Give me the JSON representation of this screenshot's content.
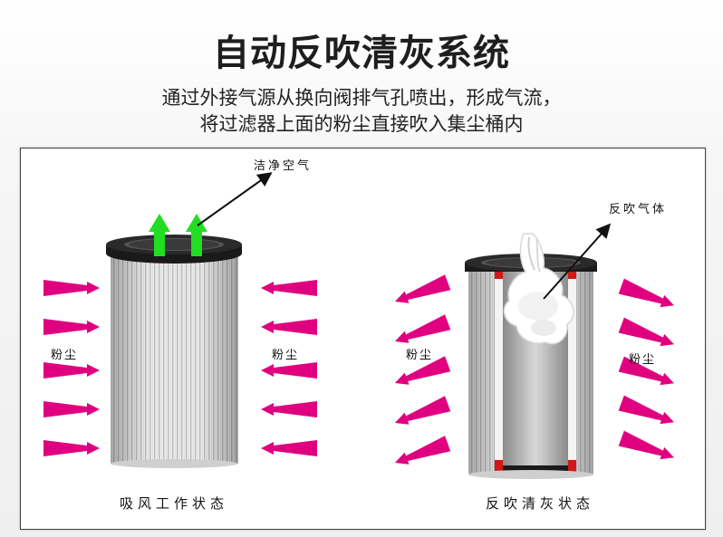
{
  "title": "自动反吹清灰系统",
  "subtitle_lines": [
    "通过外接气源从换向阀排气孔喷出，形成气流，",
    "将过滤器上面的粉尘直接吹入集尘桶内"
  ],
  "left_panel": {
    "top_label": "洁净空气",
    "dust_left": "粉尘",
    "dust_right": "粉尘",
    "caption": "吸风工作状态"
  },
  "right_panel": {
    "top_label": "反吹气体",
    "dust_left": "粉尘",
    "dust_right": "粉尘",
    "caption": "反吹清灰状态"
  },
  "colors": {
    "dust_arrow": "#e0007f",
    "clean_air_arrow": "#22dd22",
    "cap": "#1a1a1a",
    "seal": "#d01818"
  }
}
